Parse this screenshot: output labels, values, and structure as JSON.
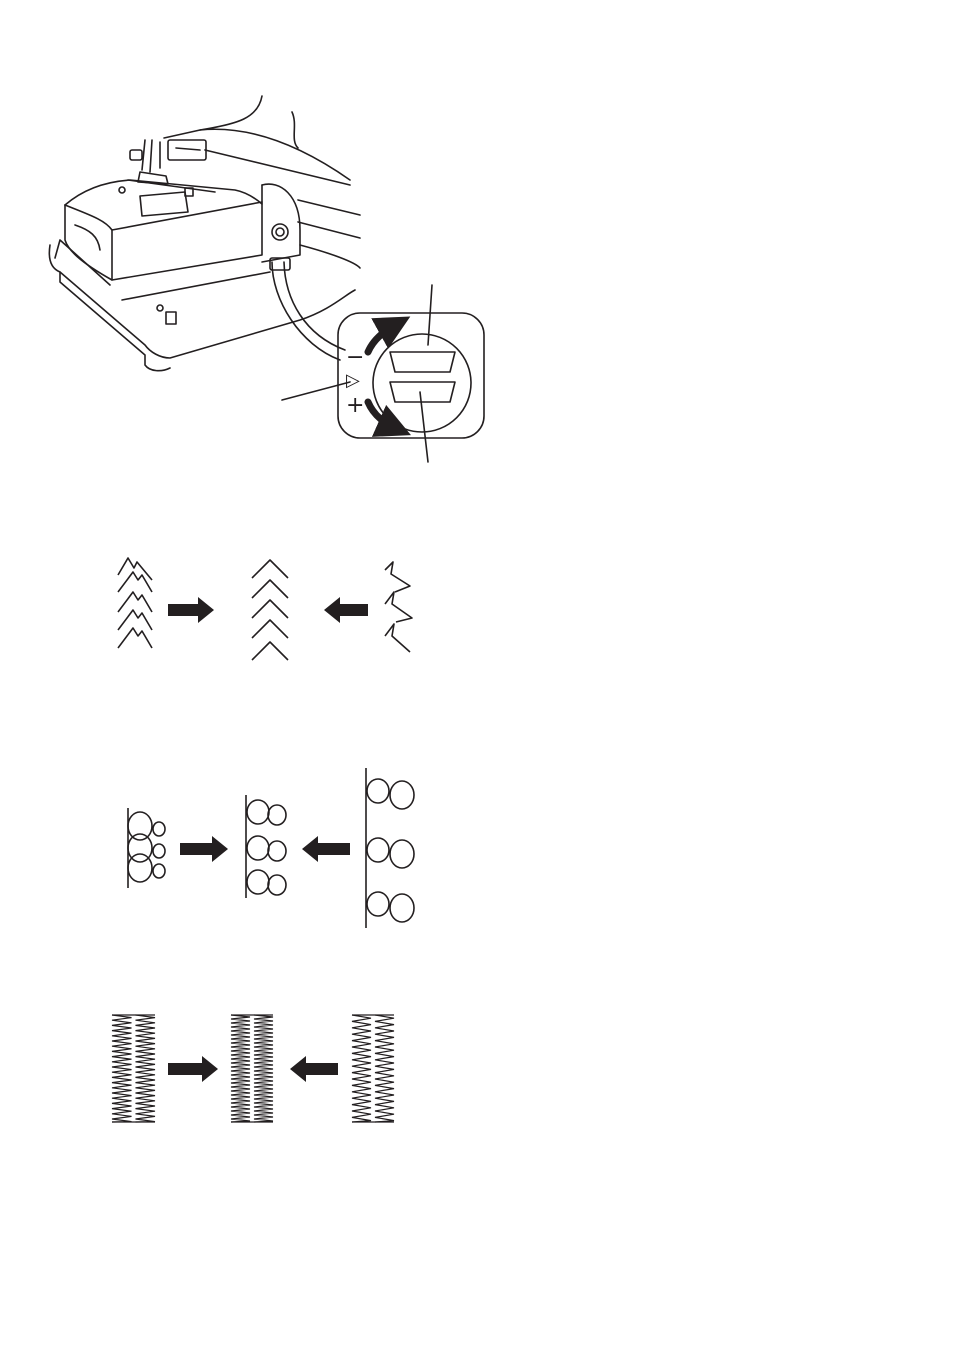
{
  "diagram": {
    "machine": {
      "dial_marks": {
        "minus": "−",
        "neutral": "▷",
        "plus": "+"
      }
    },
    "rows": [
      {
        "name": "zigzag",
        "stages": [
          "compressed",
          "balanced",
          "stretched"
        ]
      },
      {
        "name": "circles",
        "stages": [
          "compressed",
          "balanced",
          "stretched"
        ]
      },
      {
        "name": "satin",
        "stages": [
          "compressed",
          "balanced",
          "stretched"
        ]
      }
    ]
  },
  "colors": {
    "line": "#231f20",
    "background": "#ffffff"
  }
}
